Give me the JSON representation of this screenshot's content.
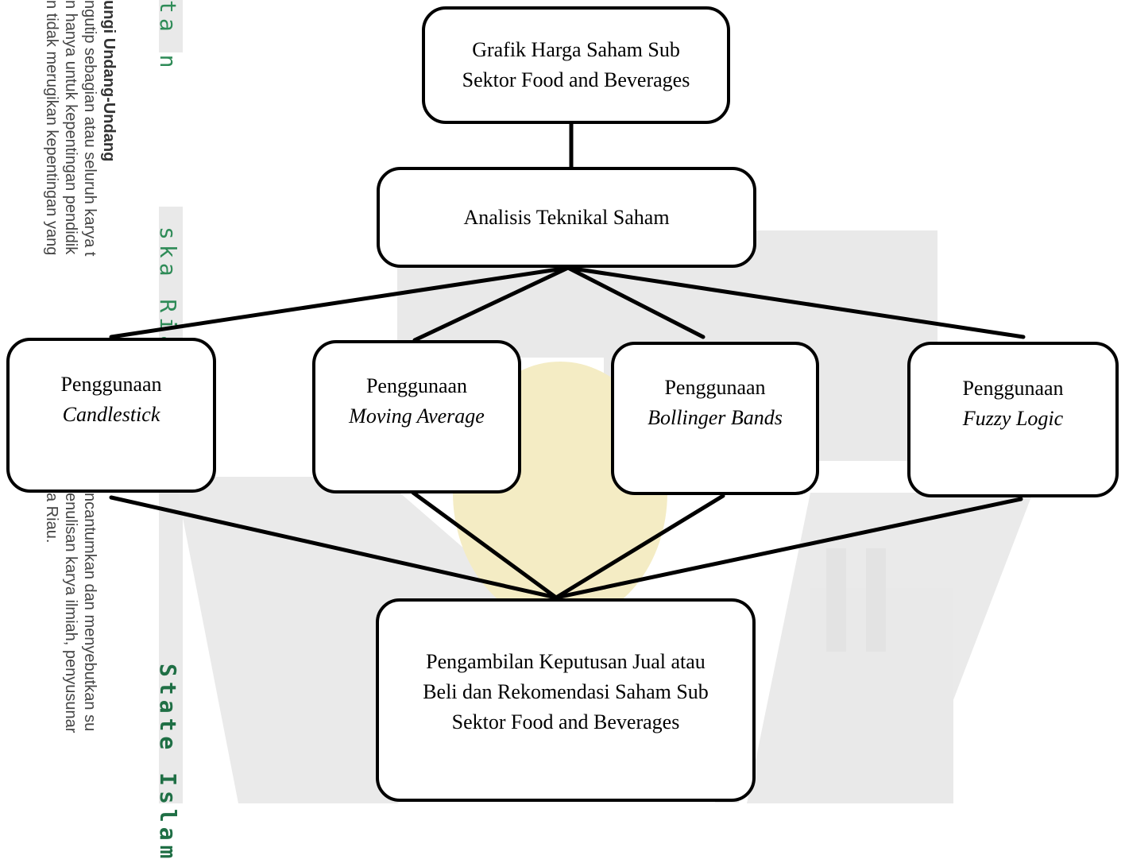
{
  "watermark": {
    "margin_lines": [
      "ungi Undang-Undang",
      "ngutip sebagian atau seluruh karya t",
      "n hanya untuk kepentingan pendidik",
      "n tidak merugikan kepentingan yang"
    ],
    "margin_lines_lower": [
      "ncantumkan dan menyebutkan su",
      "enulisan karya ilmiah, penyusunar",
      "a Riau."
    ],
    "stamp_top": "ta n",
    "stamp_mid": "ska Ria",
    "stamp_bottom": "State Islam"
  },
  "diagram": {
    "top_box": {
      "lines": [
        "Grafik Harga Saham Sub",
        "Sektor Food and Beverages"
      ]
    },
    "analysis_box": {
      "label": "Analisis Teknikal Saham"
    },
    "methods": [
      {
        "prefix": "Penggunaan",
        "name": "Candlestick"
      },
      {
        "prefix": "Penggunaan",
        "name": "Moving Average"
      },
      {
        "prefix": "Penggunaan",
        "name": "Bollinger Bands"
      },
      {
        "prefix": "Penggunaan",
        "name": "Fuzzy Logic"
      }
    ],
    "bottom_box": {
      "lines": [
        "Pengambilan Keputusan Jual atau",
        "Beli dan Rekomendasi Saham Sub",
        "Sektor Food and Beverages"
      ]
    }
  },
  "colors": {
    "watermark_gray": "#e9e9e9",
    "watermark_gold": "#f4ecc4",
    "stamp_green": "#2e8b57",
    "box_border": "#000000"
  }
}
